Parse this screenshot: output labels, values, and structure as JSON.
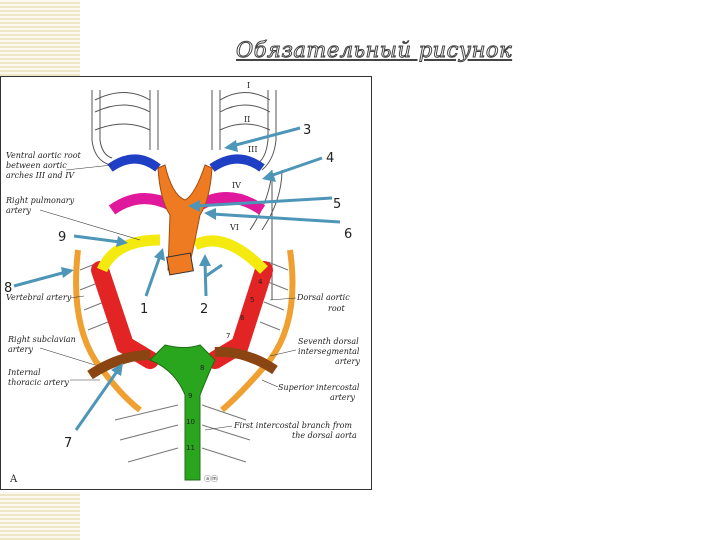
{
  "title": "Обязательный рисунок",
  "figure": {
    "panel_letter": "A",
    "corner_mark": "ⓐⓜ",
    "labels": {
      "ventral_aortic_root_1": "Ventral aortic root",
      "ventral_aortic_root_2": "between aortic",
      "ventral_aortic_root_3": "arches III and IV",
      "right_pulmonary_1": "Right pulmonary",
      "right_pulmonary_2": "artery",
      "vertebral": "Vertebral artery",
      "right_subclavian_1": "Right subclavian",
      "right_subclavian_2": "artery",
      "internal_thoracic_1": "Internal",
      "internal_thoracic_2": "thoracic artery",
      "dorsal_aortic_root_1": "Dorsal aortic",
      "dorsal_aortic_root_2": "root",
      "seventh_dorsal_1": "Seventh dorsal",
      "seventh_dorsal_2": "intersegmental",
      "seventh_dorsal_3": "artery",
      "superior_intercostal_1": "Superior intercostal",
      "superior_intercostal_2": "artery",
      "first_intercostal_1": "First intercostal branch from",
      "first_intercostal_2": "the dorsal aorta"
    },
    "arch_numerals": [
      "I",
      "II",
      "III",
      "IV",
      "VI"
    ],
    "segment_numbers": [
      "4",
      "5",
      "6",
      "7",
      "8",
      "9",
      "10",
      "11"
    ],
    "callouts": [
      "1",
      "2",
      "3",
      "4",
      "5",
      "6",
      "7",
      "8",
      "9"
    ],
    "colors": {
      "arch_iii": "#1f3fc4",
      "arch_iv": "#e0199c",
      "arch_vi": "#f5ea10",
      "truncus": "#ee7a22",
      "dorsal_aorta": "#e32424",
      "descending_aorta": "#2aa61e",
      "subclavian": "#8b4513",
      "vertebral": "#f0a030",
      "arrows": "#4d96b8"
    }
  }
}
